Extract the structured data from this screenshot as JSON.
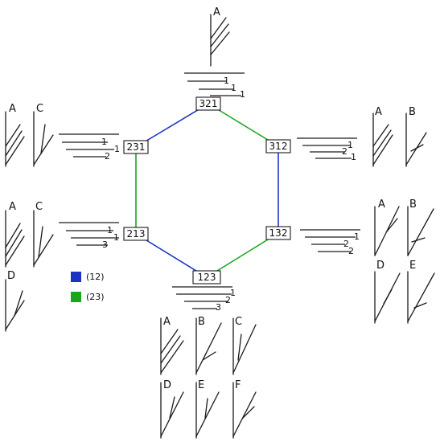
{
  "colors": {
    "blue": "#1a33c4",
    "green": "#1aa61a"
  },
  "nodes": {
    "n321": "321",
    "n312": "312",
    "n132": "132",
    "n123": "123",
    "n213": "213",
    "n231": "231"
  },
  "edges": [
    {
      "from": "n321",
      "to": "n312",
      "color": "green"
    },
    {
      "from": "n312",
      "to": "n132",
      "color": "blue"
    },
    {
      "from": "n132",
      "to": "n123",
      "color": "green"
    },
    {
      "from": "n123",
      "to": "n213",
      "color": "blue"
    },
    {
      "from": "n213",
      "to": "n231",
      "color": "green"
    },
    {
      "from": "n231",
      "to": "n321",
      "color": "blue"
    }
  ],
  "legend": [
    {
      "label": "(12)",
      "color": "blue"
    },
    {
      "label": "(23)",
      "color": "green"
    }
  ],
  "stacks": {
    "n321": [
      "1",
      "1",
      "1"
    ],
    "n312": [
      "1",
      "2",
      "1"
    ],
    "n132": [
      "1",
      "2",
      "2"
    ],
    "n123": [
      "1",
      "2",
      "3"
    ],
    "n213": [
      "1",
      "1",
      "3"
    ],
    "n231": [
      "1",
      "1",
      "2"
    ]
  },
  "tree_labels": {
    "n321": [
      "A"
    ],
    "n231": [
      "A",
      "C"
    ],
    "n312": [
      "A",
      "B"
    ],
    "n213": [
      "A",
      "C",
      "D"
    ],
    "n132": [
      "A",
      "B",
      "D",
      "E"
    ],
    "n123": [
      "A",
      "B",
      "C",
      "D",
      "E",
      "F"
    ]
  }
}
